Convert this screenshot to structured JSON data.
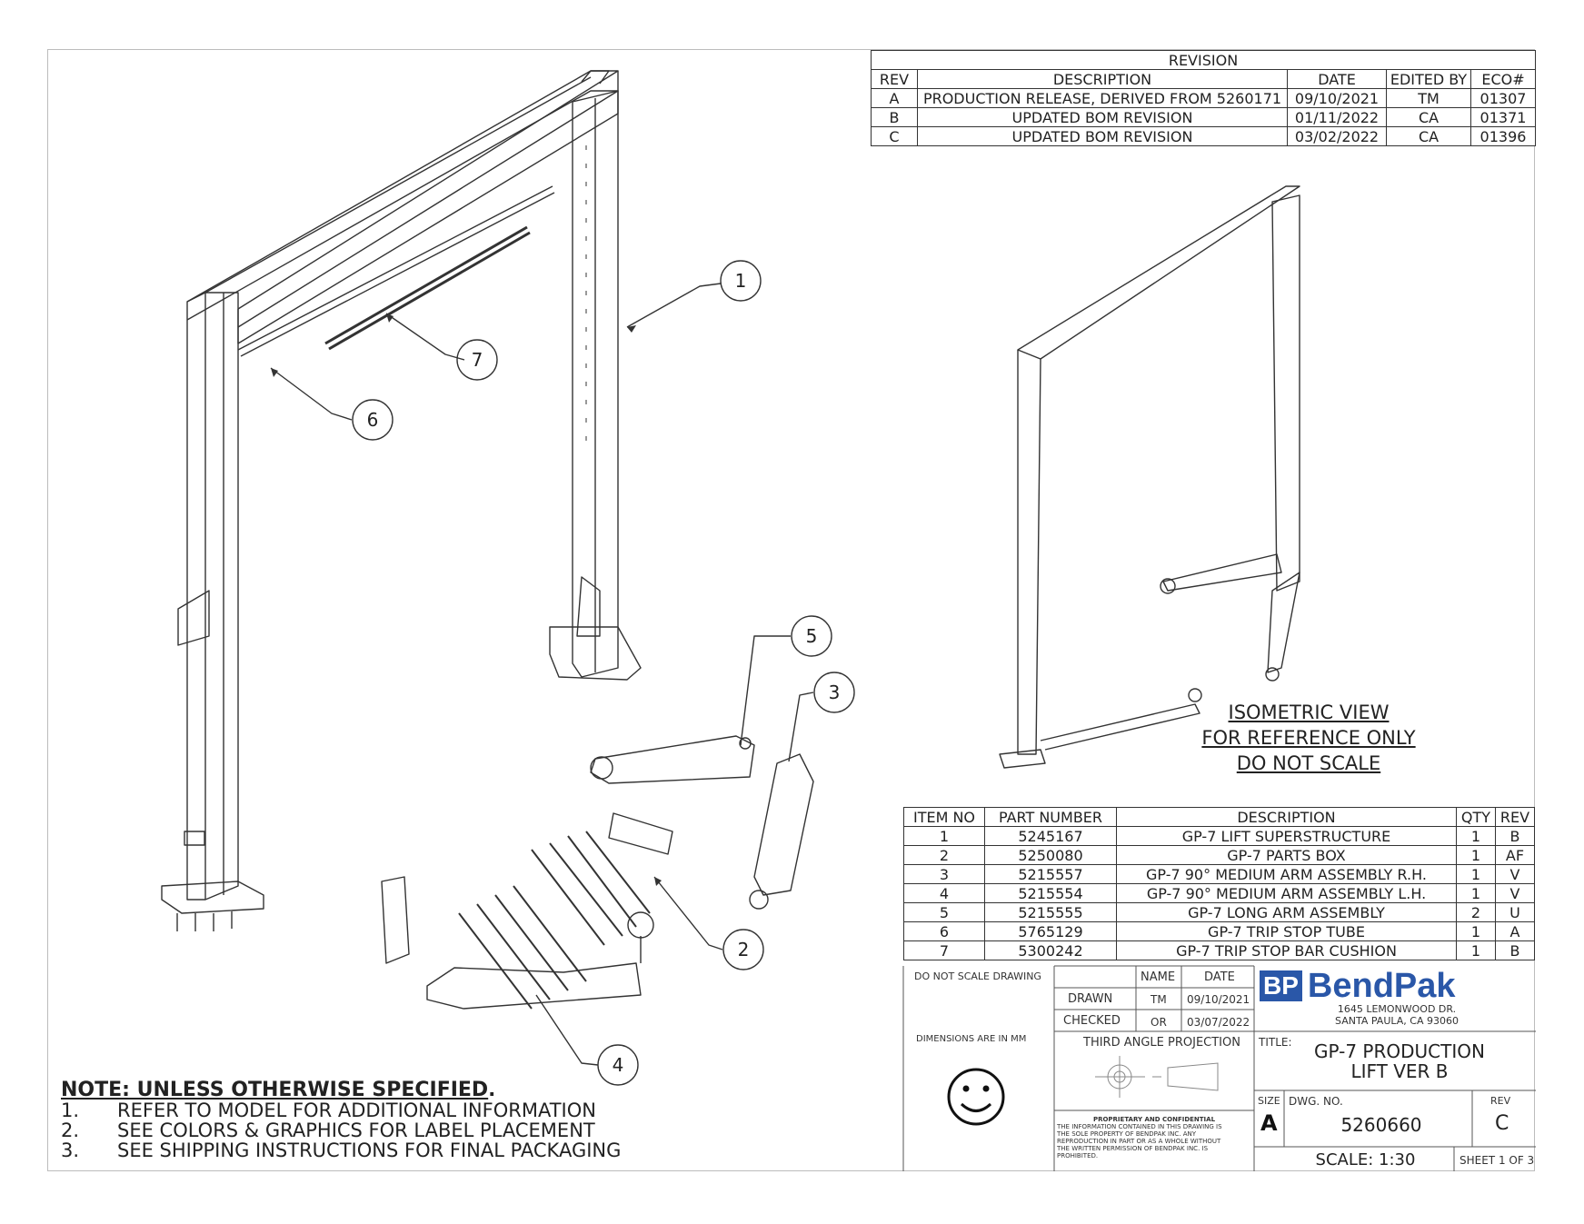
{
  "revision_block": {
    "heading": "REVISION",
    "columns": [
      "REV",
      "DESCRIPTION",
      "DATE",
      "EDITED BY",
      "ECO#"
    ],
    "rows": [
      [
        "A",
        "PRODUCTION RELEASE, DERIVED FROM 5260171",
        "09/10/2021",
        "TM",
        "01307"
      ],
      [
        "B",
        "UPDATED BOM REVISION",
        "01/11/2022",
        "CA",
        "01371"
      ],
      [
        "C",
        "UPDATED BOM REVISION",
        "03/02/2022",
        "CA",
        "01396"
      ]
    ]
  },
  "bom": {
    "columns": [
      "ITEM NO",
      "PART NUMBER",
      "DESCRIPTION",
      "QTY",
      "REV"
    ],
    "rows": [
      [
        "1",
        "5245167",
        "GP-7 LIFT SUPERSTRUCTURE",
        "1",
        "B"
      ],
      [
        "2",
        "5250080",
        "GP-7 PARTS BOX",
        "1",
        "AF"
      ],
      [
        "3",
        "5215557",
        "GP-7 90° MEDIUM ARM ASSEMBLY R.H.",
        "1",
        "V"
      ],
      [
        "4",
        "5215554",
        "GP-7 90° MEDIUM ARM ASSEMBLY L.H.",
        "1",
        "V"
      ],
      [
        "5",
        "5215555",
        "GP-7 LONG ARM ASSEMBLY",
        "2",
        "U"
      ],
      [
        "6",
        "5765129",
        "GP-7 TRIP STOP TUBE",
        "1",
        "A"
      ],
      [
        "7",
        "5300242",
        "GP-7 TRIP STOP BAR CUSHION",
        "1",
        "B"
      ]
    ]
  },
  "balloons": [
    "1",
    "2",
    "3",
    "4",
    "5",
    "6",
    "7"
  ],
  "iso_note": {
    "line1": "ISOMETRIC VIEW",
    "line2": "FOR REFERENCE ONLY",
    "line3": "DO NOT SCALE"
  },
  "notes": {
    "title": "NOTE: UNLESS OTHERWISE SPECIFIED",
    "items": [
      {
        "num": "1.",
        "text": "REFER TO MODEL FOR ADDITIONAL INFORMATION"
      },
      {
        "num": "2.",
        "text": "SEE COLORS & GRAPHICS FOR LABEL PLACEMENT"
      },
      {
        "num": "3.",
        "text": "SEE SHIPPING INSTRUCTIONS FOR FINAL PACKAGING"
      }
    ]
  },
  "title_block": {
    "do_not_scale": "DO NOT SCALE DRAWING",
    "name_label": "NAME",
    "date_label": "DATE",
    "drawn_label": "DRAWN",
    "drawn_name": "TM",
    "drawn_date": "09/10/2021",
    "checked_label": "CHECKED",
    "checked_name": "OR",
    "checked_date": "03/07/2022",
    "dimensions": "DIMENSIONS ARE IN MM",
    "projection": "THIRD ANGLE PROJECTION",
    "proprietary_title": "PROPRIETARY AND CONFIDENTIAL",
    "proprietary_lines": [
      "THE INFORMATION CONTAINED IN THIS DRAWING IS",
      "THE SOLE PROPERTY OF BENDPAK INC. ANY",
      "REPRODUCTION IN PART OR AS A WHOLE WITHOUT",
      "THE WRITTEN PERMISSION OF BENDPAK INC. IS",
      "PROHIBITED."
    ],
    "logo_mark": "BP",
    "logo_text": "BendPak",
    "address1": "1645 LEMONWOOD DR.",
    "address2": "SANTA PAULA, CA 93060",
    "title_label": "TITLE:",
    "title1": "GP-7 PRODUCTION",
    "title2": "LIFT VER B",
    "size_label": "SIZE",
    "size": "A",
    "dwg_label": "DWG.  NO.",
    "dwg_no": "5260660",
    "rev_label": "REV",
    "rev": "C",
    "scale": "SCALE: 1:30",
    "sheet": "SHEET 1 OF 3",
    "colors": {
      "logo_blue": "#2a57a8",
      "line": "#333333"
    }
  }
}
